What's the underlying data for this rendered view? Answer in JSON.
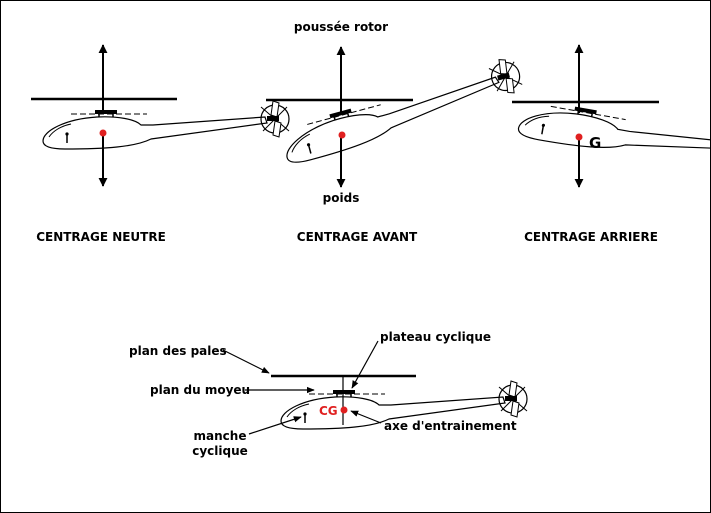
{
  "labels": {
    "poussee_rotor": "poussée rotor",
    "poids": "poids",
    "g": "G",
    "cg": "CG",
    "centrage_neutre": "CENTRAGE NEUTRE",
    "centrage_avant": "CENTRAGE AVANT",
    "centrage_arriere": "CENTRAGE ARRIERE",
    "plan_des_pales": "plan des pales",
    "plateau_cyclique": "plateau cyclique",
    "plan_du_moyeu": "plan du moyeu",
    "axe_entrainement": "axe d'entrainement",
    "manche": "manche",
    "cyclique": "cyclique"
  },
  "colors": {
    "stroke": "#000000",
    "cg_dot": "#e02020",
    "cg_text": "#e02020"
  }
}
